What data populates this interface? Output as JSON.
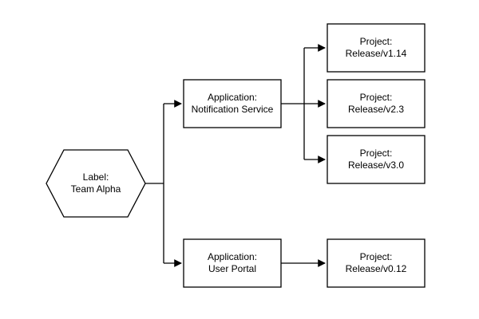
{
  "diagram": {
    "background_color": "#ffffff",
    "stroke_color": "#000000",
    "text_color": "#000000",
    "nodes": {
      "team": {
        "shape": "hexagon",
        "line1": "Label:",
        "line2": "Team Alpha"
      },
      "app_notification": {
        "shape": "rect",
        "line1": "Application:",
        "line2": "Notification Service"
      },
      "app_portal": {
        "shape": "rect",
        "line1": "Application:",
        "line2": "User Portal"
      },
      "proj_v114": {
        "shape": "rect",
        "line1": "Project:",
        "line2": "Release/v1.14"
      },
      "proj_v23": {
        "shape": "rect",
        "line1": "Project:",
        "line2": "Release/v2.3"
      },
      "proj_v30": {
        "shape": "rect",
        "line1": "Project:",
        "line2": "Release/v3.0"
      },
      "proj_v012": {
        "shape": "rect",
        "line1": "Project:",
        "line2": "Release/v0.12"
      }
    },
    "edges": [
      {
        "from": "team",
        "to": "app_notification"
      },
      {
        "from": "team",
        "to": "app_portal"
      },
      {
        "from": "app_notification",
        "to": "proj_v114"
      },
      {
        "from": "app_notification",
        "to": "proj_v23"
      },
      {
        "from": "app_notification",
        "to": "proj_v30"
      },
      {
        "from": "app_portal",
        "to": "proj_v012"
      }
    ]
  }
}
